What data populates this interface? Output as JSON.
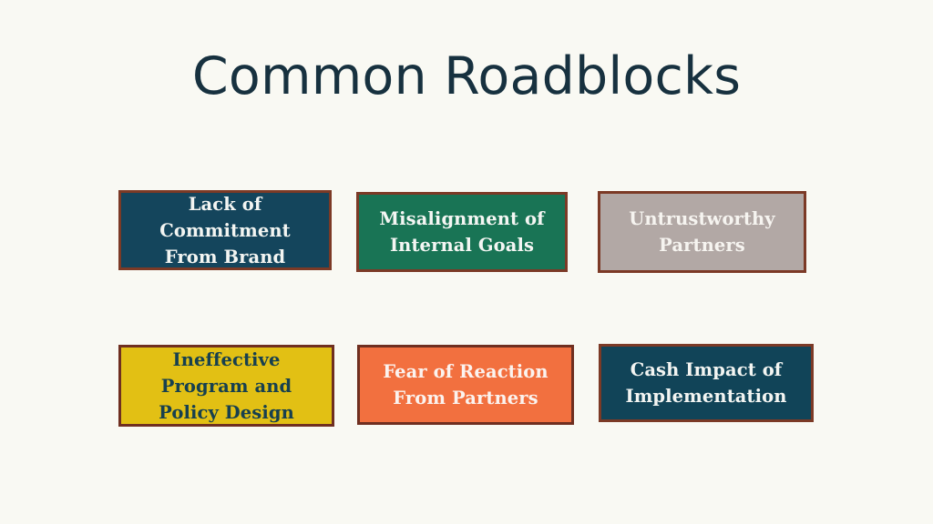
{
  "slide": {
    "title": "Common Roadblocks",
    "background_color": "#f9f9f3",
    "title_color": "#17313f"
  },
  "cards": [
    {
      "id": "lack-of-commitment-from-brand",
      "label": "Lack of Commitment From Brand",
      "fill": "#14455c",
      "border": "#7c3a26",
      "text_color": "#f3f5f2"
    },
    {
      "id": "misalignment-of-internal-goals",
      "label": "Misalignment of Internal Goals",
      "fill": "#197455",
      "border": "#7c3a26",
      "text_color": "#f4f6f3"
    },
    {
      "id": "untrustworthy-partners",
      "label": "Untrustworthy Partners",
      "fill": "#b2a8a5",
      "border": "#7c3a26",
      "text_color": "#f6f4f0"
    },
    {
      "id": "ineffective-program-and-policy-design",
      "label": "Ineffective Program and Policy Design",
      "fill": "#e2c014",
      "border": "#6f2f20",
      "text_color": "#17404f"
    },
    {
      "id": "fear-of-reaction-from-partners",
      "label": "Fear of Reaction From Partners",
      "fill": "#f2703f",
      "border": "#6f2f20",
      "text_color": "#fbf3ef"
    },
    {
      "id": "cash-impact-of-implementation",
      "label": "Cash Impact of Implementation",
      "fill": "#114458",
      "border": "#7c3a26",
      "text_color": "#f3f5f2"
    }
  ]
}
